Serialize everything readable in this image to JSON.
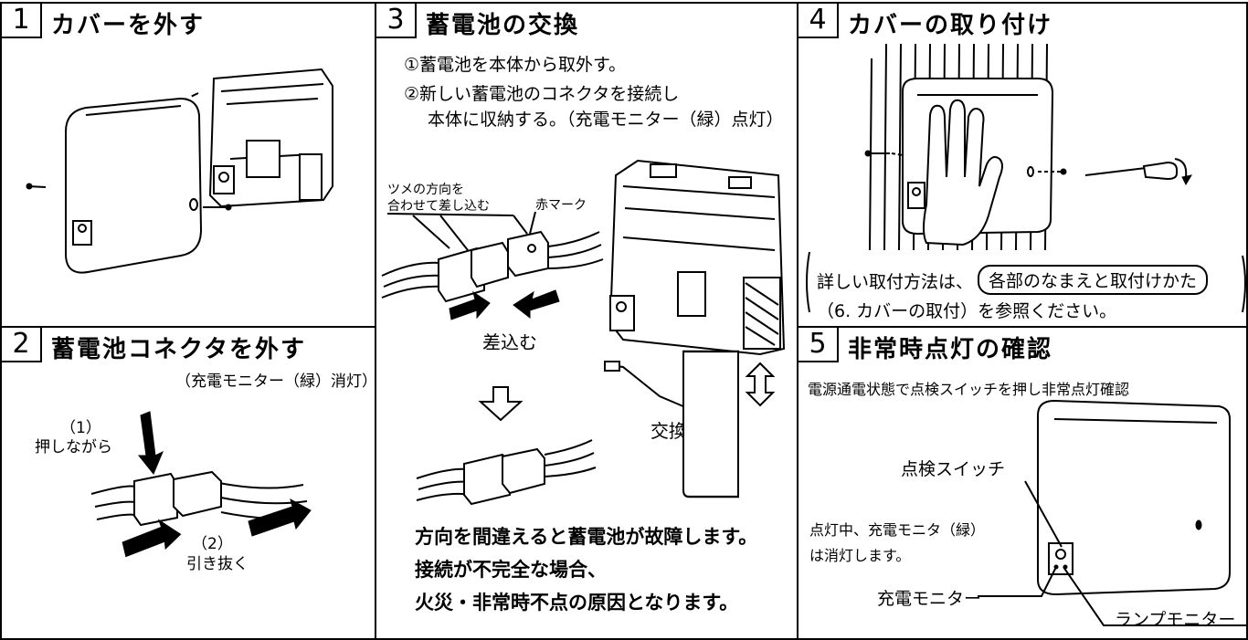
{
  "panels": {
    "p1": {
      "number": "1",
      "title": "カバーを外す"
    },
    "p2": {
      "number": "2",
      "title": "蓄電池コネクタを外す",
      "subtitle": "（充電モニター（緑）消灯）",
      "push_num": "（1）",
      "push_text": "押しながら",
      "pull_num": "（2）",
      "pull_text": "引き抜く"
    },
    "p3": {
      "number": "3",
      "title": "蓄電池の交換",
      "step1": "①蓄電池を本体から取外す。",
      "step2": "②新しい蓄電池のコネクタを接続し",
      "step2b": "本体に収納する。（充電モニター（緑）点灯）",
      "tab_note_1": "ツメの方向を",
      "tab_note_2": "合わせて差し込む",
      "red_mark": "赤マーク",
      "insert": "差込む",
      "replace": "交換",
      "warning_1": "方向を間違えると蓄電池が故障します。",
      "warning_2": "接続が不完全な場合、",
      "warning_3": "火災・非常時不点の原因となります。"
    },
    "p4": {
      "number": "4",
      "title": "カバーの取り付け",
      "note_1": "詳しい取付方法は、",
      "note_ref": "各部のなまえと取付けかた",
      "note_2": "（6. カバーの取付）を参照ください。"
    },
    "p5": {
      "number": "5",
      "title": "非常時点灯の確認",
      "instruction": "電源通電状態で点検スイッチを押し非常点灯確認",
      "switch_label": "点検スイッチ",
      "lit_note_1": "点灯中、充電モニタ（緑）",
      "lit_note_2": "は消灯します。",
      "charge_monitor": "充電モニター",
      "lamp_monitor": "ランプモニター"
    }
  }
}
